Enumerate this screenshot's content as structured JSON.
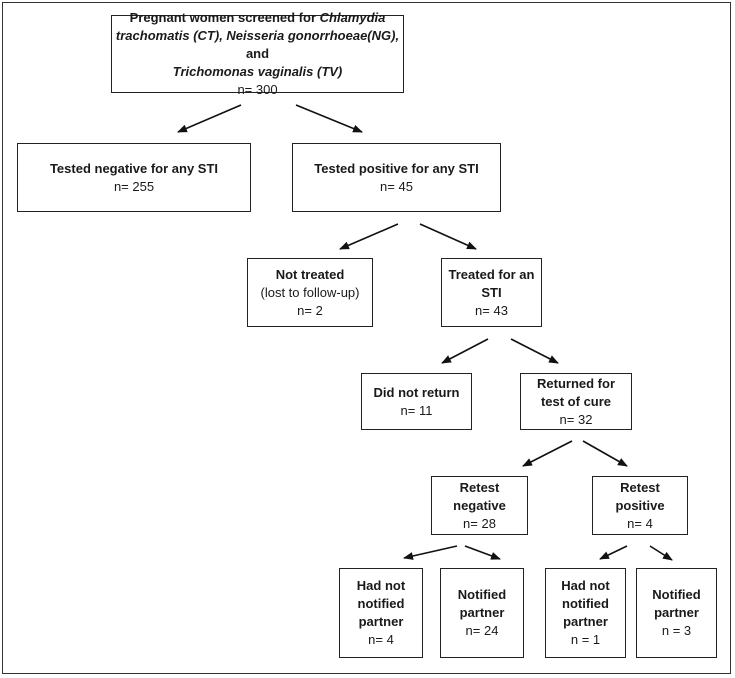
{
  "boxes": {
    "screened": {
      "title_1": "Pregnant women screened for ",
      "title_1_italic": "Chlamydia",
      "title_2_italic": "trachomatis (CT), Neisseria gonorrhoeae(NG),",
      "title_2": " and",
      "title_3_italic": "Trichomonas vaginalis (TV)",
      "count": "n= 300"
    },
    "negative": {
      "title": "Tested negative for any STI",
      "count": "n= 255"
    },
    "positive": {
      "title": "Tested positive for any STI",
      "count": "n= 45"
    },
    "not_treated": {
      "title": "Not treated",
      "note": "(lost to follow-up)",
      "count": "n= 2"
    },
    "treated": {
      "title_1": "Treated for an",
      "title_2": "STI",
      "count": "n= 43"
    },
    "did_not_return": {
      "title": "Did not return",
      "count": "n= 11"
    },
    "returned": {
      "title_1": "Returned for",
      "title_2": "test of cure",
      "count": "n= 32"
    },
    "retest_negative": {
      "title_1": "Retest",
      "title_2": "negative",
      "count": "n= 28"
    },
    "retest_positive": {
      "title_1": "Retest",
      "title_2": "positive",
      "count": "n= 4"
    },
    "neg_not_notified": {
      "title_1": "Had not",
      "title_2": "notified",
      "title_3": "partner",
      "count": "n= 4"
    },
    "neg_notified": {
      "title_1": "Notified",
      "title_2": "partner",
      "count": "n= 24"
    },
    "pos_not_notified": {
      "title_1": "Had not",
      "title_2": "notified",
      "title_3": "partner",
      "count": "n = 1"
    },
    "pos_notified": {
      "title_1": "Notified",
      "title_2": "partner",
      "count": "n = 3"
    }
  },
  "colors": {
    "border": "#222222",
    "text": "#1a1a1a",
    "background": "#ffffff"
  }
}
